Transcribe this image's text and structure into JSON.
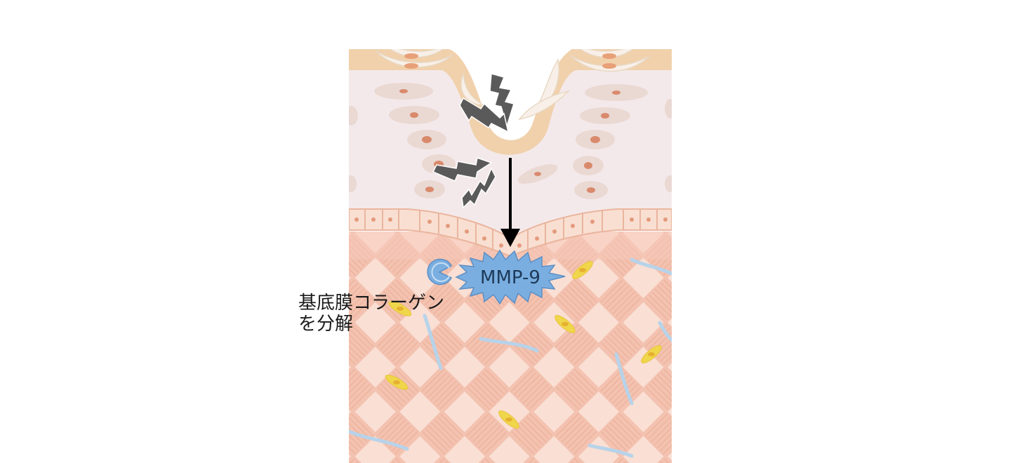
{
  "enzyme": {
    "label": "MMP-9",
    "color": "#7aaee0"
  },
  "action_label": {
    "line1": "基底膜コラーゲン",
    "line2": "を分解"
  },
  "colors": {
    "surface": "#f0d1ac",
    "epidermis": "#f5ebeb",
    "dermis": "#f5c9b9",
    "fiber_light": "#fadfd4",
    "fibroblast": "#f0d64a",
    "arrow": "#000000",
    "lightning": "#555555"
  }
}
